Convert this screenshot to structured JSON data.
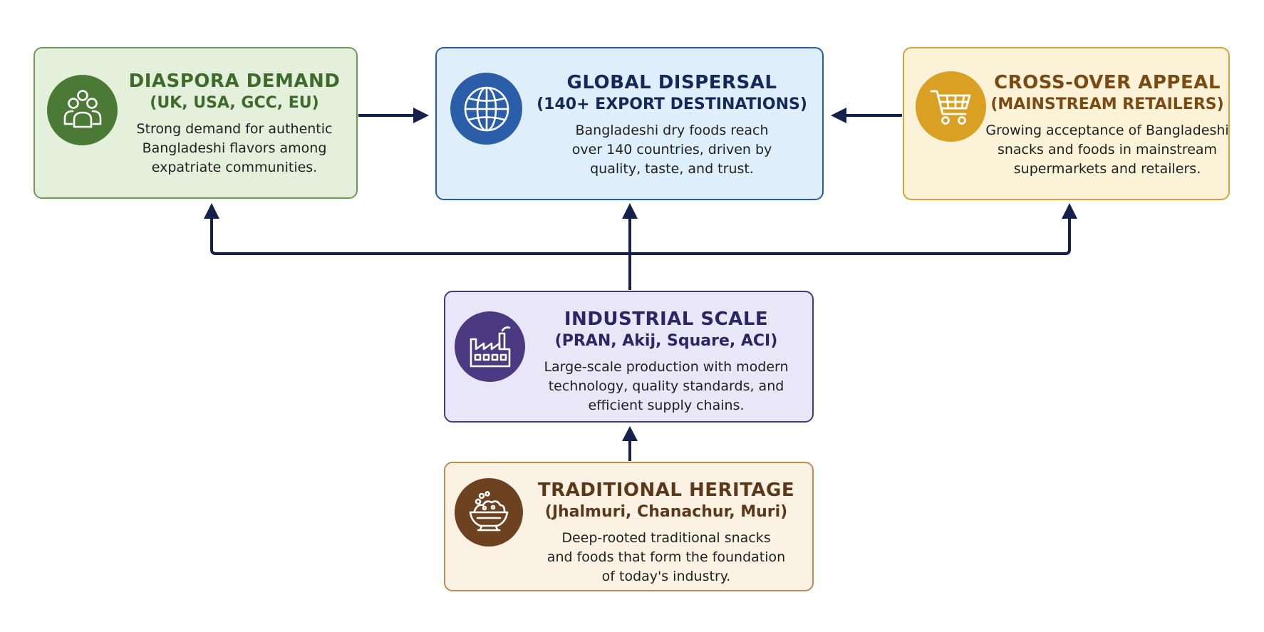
{
  "colors": {
    "connector": "#14214d",
    "diaspora_accent": "#4b7a36",
    "global_accent": "#2a5ea8",
    "crossover_accent": "#d9a023",
    "industrial_accent": "#4b3a82",
    "heritage_accent": "#6d4220"
  },
  "nodes": {
    "diaspora": {
      "icon": "people-group-icon",
      "title": "DIASPORA DEMAND",
      "subtitle": "(UK, USA, GCC, EU)",
      "desc": [
        "Strong demand for authentic",
        "Bangladeshi flavors among",
        "expatriate communities."
      ]
    },
    "global": {
      "icon": "globe-icon",
      "title": "GLOBAL DISPERSAL",
      "subtitle": "(140+ EXPORT DESTINATIONS)",
      "desc": [
        "Bangladeshi dry foods reach",
        "over 140 countries, driven by",
        "quality, taste, and trust."
      ]
    },
    "crossover": {
      "icon": "shopping-cart-icon",
      "title": "CROSS-OVER APPEAL",
      "subtitle": "(MAINSTREAM RETAILERS)",
      "desc": [
        "Growing acceptance of Bangladeshi",
        "snacks and foods in mainstream",
        "supermarkets and retailers."
      ]
    },
    "industrial": {
      "icon": "factory-icon",
      "title": "INDUSTRIAL SCALE",
      "subtitle": "(PRAN, Akij, Square, ACI)",
      "desc": [
        "Large-scale production with modern",
        "technology, quality standards, and",
        "efficient supply chains."
      ]
    },
    "heritage": {
      "icon": "food-bowl-icon",
      "title": "TRADITIONAL HERITAGE",
      "subtitle": "(Jhalmuri, Chanachur, Muri)",
      "desc": [
        "Deep-rooted traditional snacks",
        "and foods that form the foundation",
        "of today's industry."
      ]
    }
  },
  "edges": [
    {
      "from": "heritage",
      "to": "industrial"
    },
    {
      "from": "industrial",
      "to": "global"
    },
    {
      "from": "industrial",
      "to": "diaspora"
    },
    {
      "from": "industrial",
      "to": "crossover"
    },
    {
      "from": "diaspora",
      "to": "global"
    },
    {
      "from": "crossover",
      "to": "global"
    }
  ]
}
